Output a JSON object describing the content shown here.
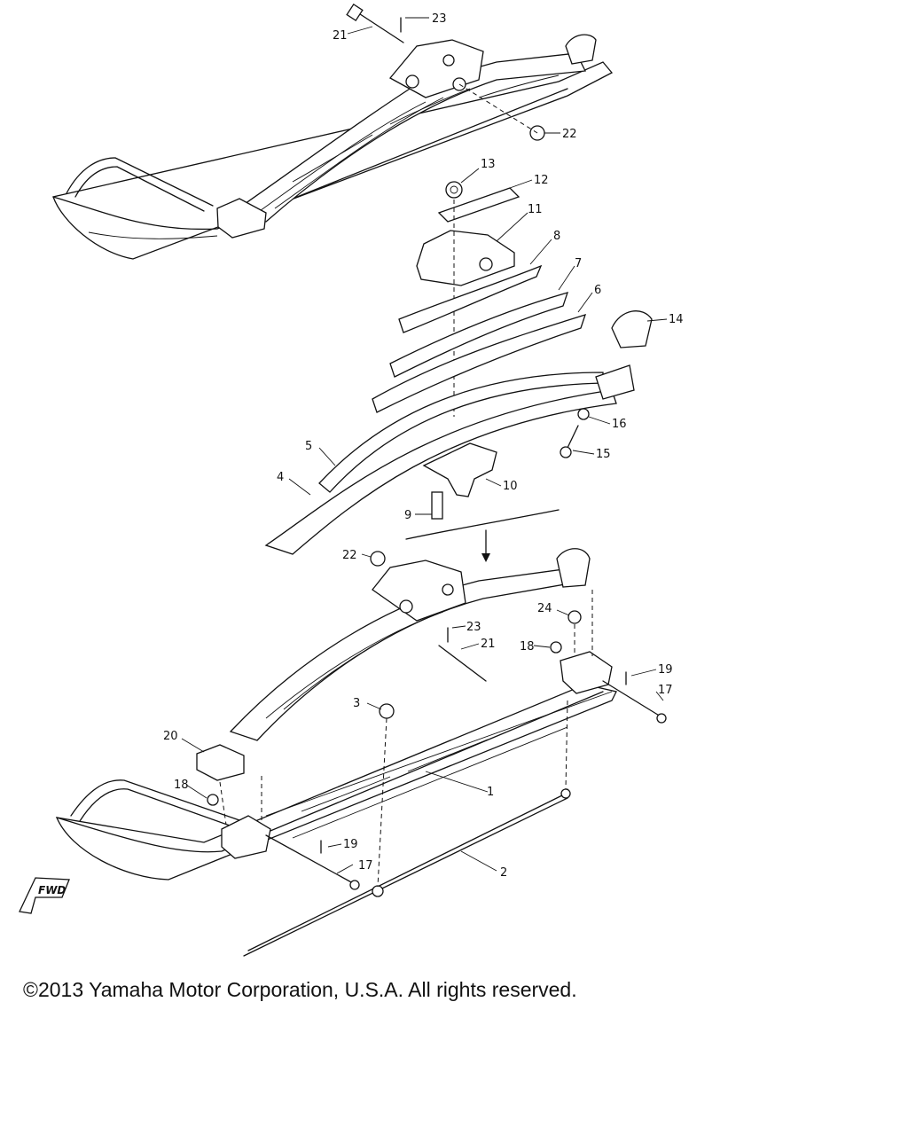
{
  "diagram": {
    "callouts": [
      "1",
      "2",
      "3",
      "4",
      "5",
      "6",
      "7",
      "8",
      "9",
      "10",
      "11",
      "12",
      "13",
      "14",
      "15",
      "16",
      "17",
      "18",
      "19",
      "20",
      "21",
      "22",
      "23",
      "24"
    ],
    "fwd_label": "FWD"
  },
  "copyright": "©2013 Yamaha Motor Corporation, U.S.A. All rights reserved."
}
